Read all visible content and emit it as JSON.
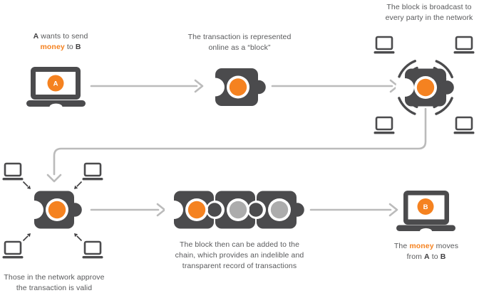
{
  "palette": {
    "accent_orange": "#F58220",
    "block_dark_gray": "#4B4B4D",
    "inactive_circle_gray": "#ACACAC",
    "connector_gray": "#BBBBBB",
    "text_gray": "#58595B",
    "text_dark": "#414042",
    "background": "#FFFFFF"
  },
  "icons": {
    "laptop": "laptop with screen and base",
    "block": "puzzle-piece block with circle token",
    "waves": "broadcast arcs at four diagonals",
    "arrow": "gray line with open chevron head",
    "inward_arrow": "small dark diagonal arrow pointing at block"
  },
  "send": {
    "a": "A",
    "wants": " wants to send",
    "money": "money",
    "to": " to ",
    "b": "B",
    "screen_letter": "A"
  },
  "represent": {
    "line1": "The transaction is represented",
    "line2": "online as a “block”"
  },
  "broadcast": {
    "line1": "The block is broadcast to",
    "line2": "every party in the network"
  },
  "approve": {
    "line1": "Those in the network approve",
    "line2": "the transaction is valid"
  },
  "chain": {
    "line1": "The block then can be added to the",
    "line2": "chain, which provides an indelible and",
    "line3": "transparent record of transactions"
  },
  "receive": {
    "the": "The ",
    "money": "money",
    "moves": " moves",
    "from": "from ",
    "a": "A",
    "to": " to ",
    "b": "B",
    "screen_letter": "B"
  }
}
